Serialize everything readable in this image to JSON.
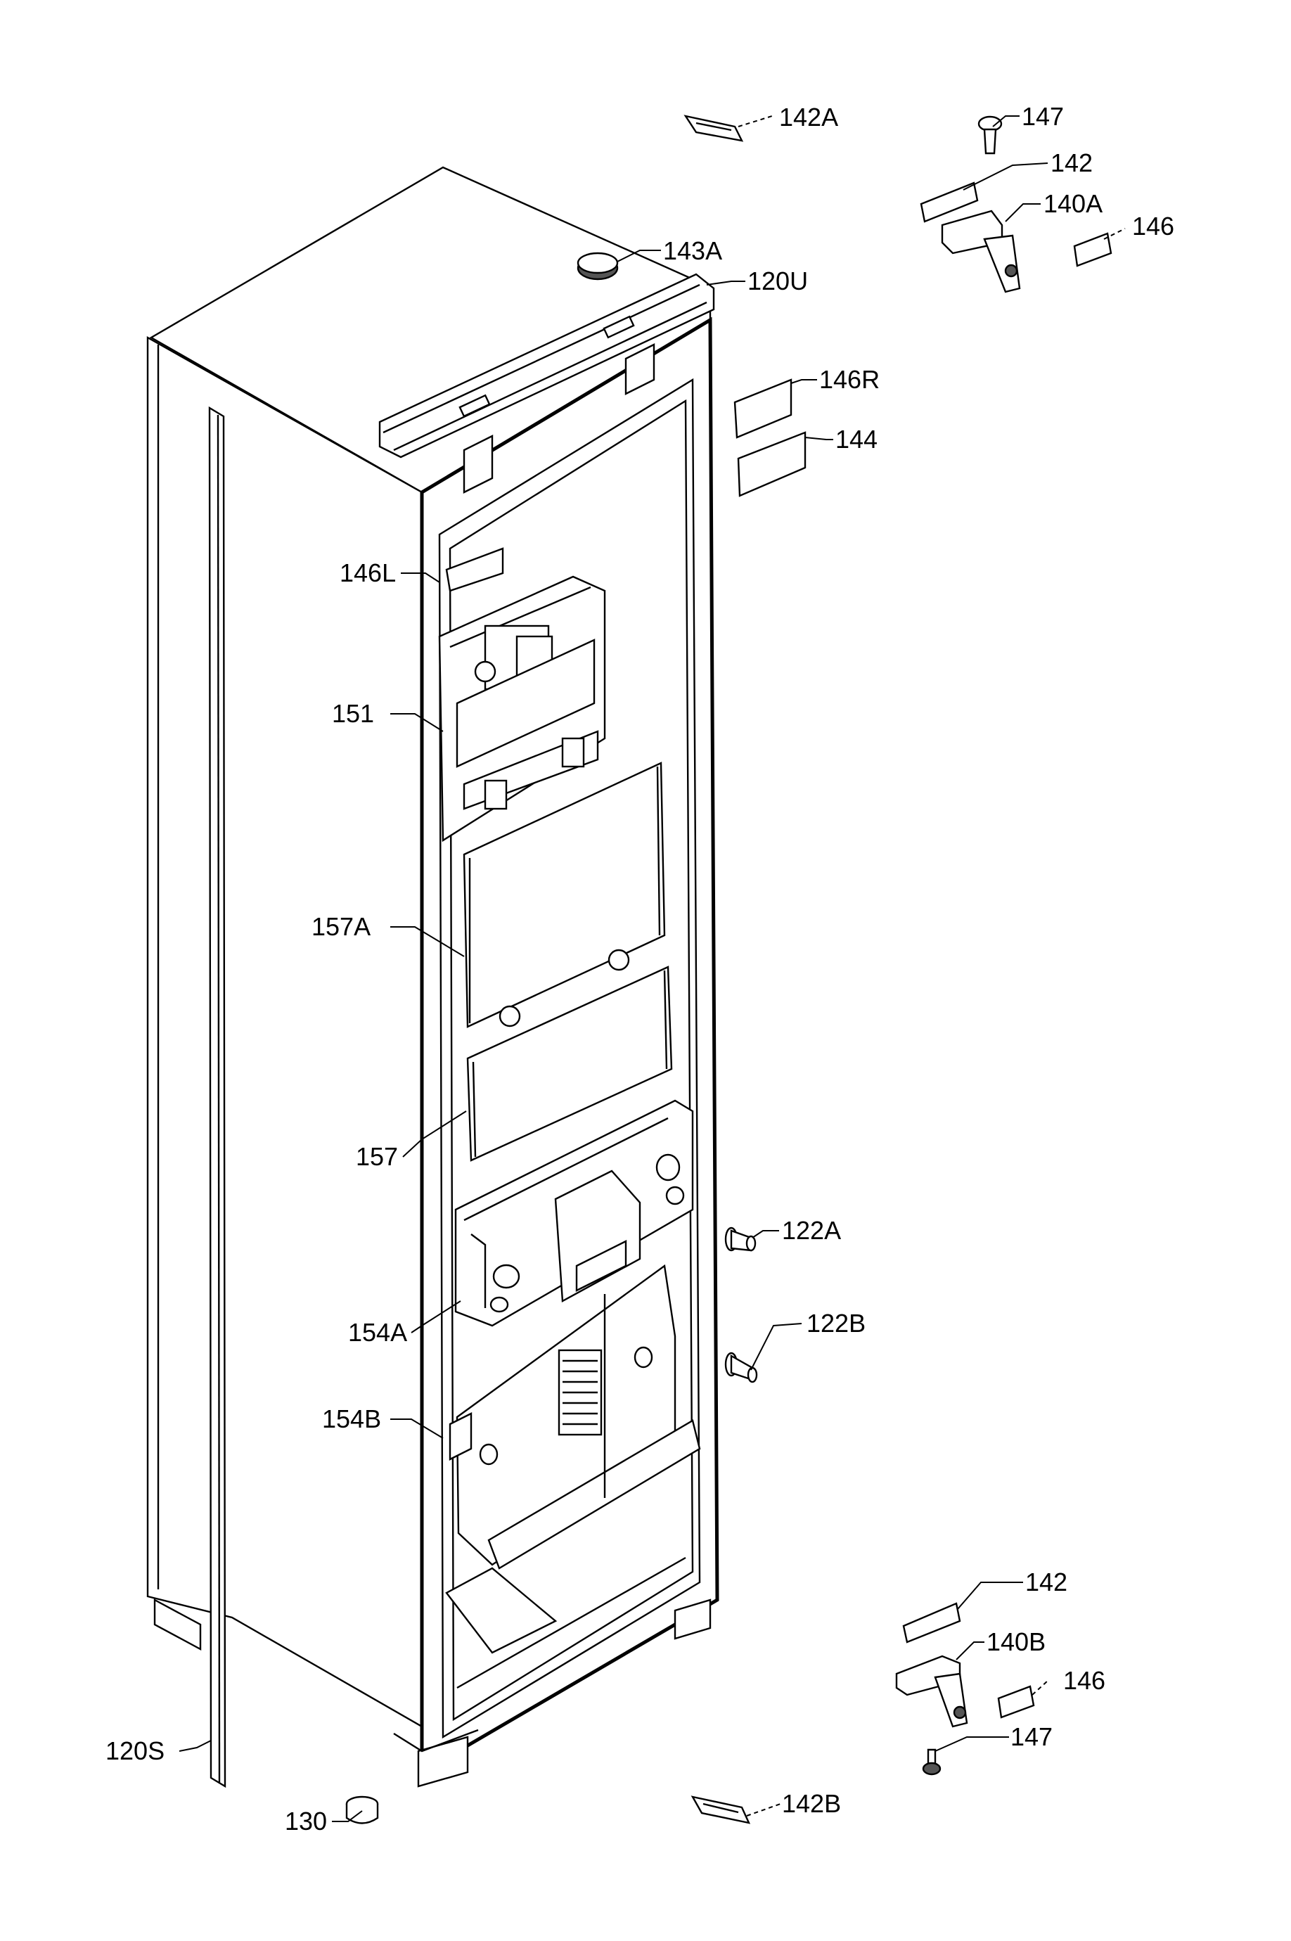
{
  "labels": {
    "l142A": "142A",
    "l147_top": "147",
    "l142_top": "142",
    "l140A": "140A",
    "l146_top": "146",
    "l143A": "143A",
    "l120U": "120U",
    "l146R": "146R",
    "l144": "144",
    "l146L": "146L",
    "l151": "151",
    "l157A": "157A",
    "l157": "157",
    "l122A": "122A",
    "l154A": "154A",
    "l122B": "122B",
    "l154B": "154B",
    "l142_bot": "142",
    "l140B": "140B",
    "l146_bot": "146",
    "l147_bot": "147",
    "l120S": "120S",
    "l142B": "142B",
    "l130": "130"
  }
}
